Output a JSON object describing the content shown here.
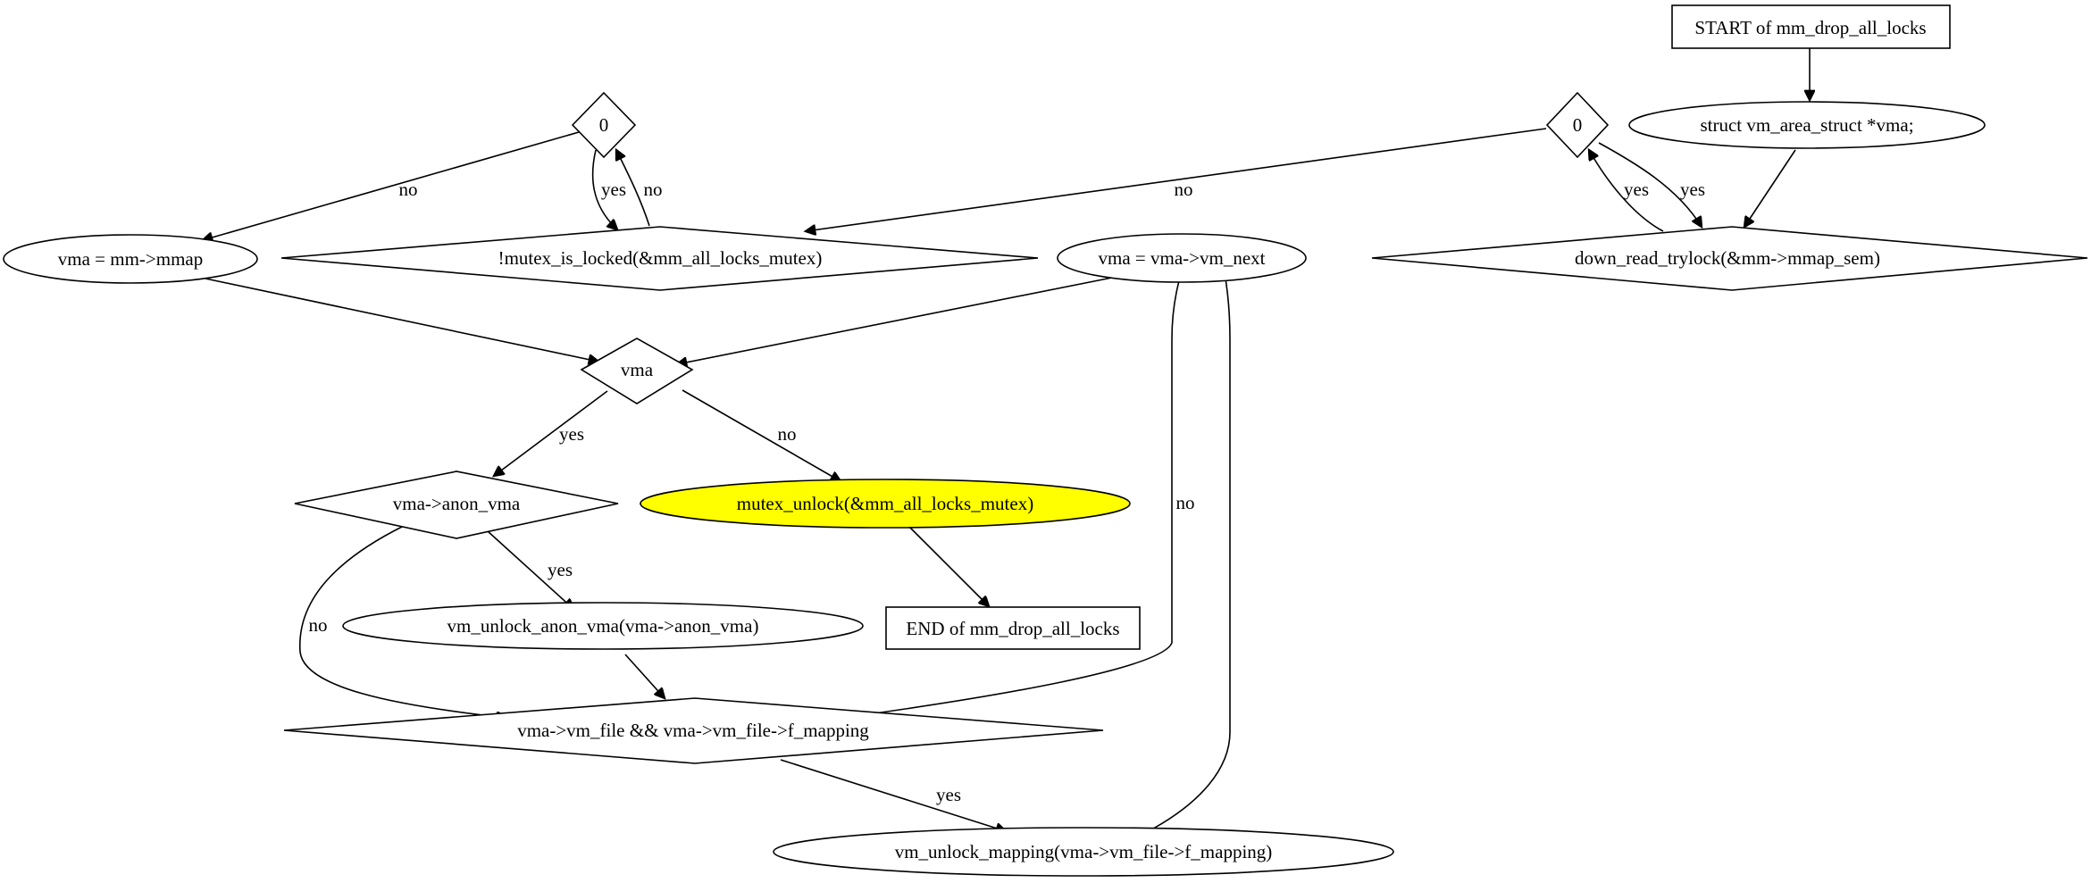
{
  "nodes": {
    "start": "START of mm_drop_all_locks",
    "decl": "struct vm_area_struct *vma;",
    "trylock": "down_read_trylock(&mm->mmap_sem)",
    "zero_right": "0",
    "zero_left": "0",
    "mutex_locked": "!mutex_is_locked(&mm_all_locks_mutex)",
    "vma_mmap": "vma = mm->mmap",
    "vma_next": "vma = vma->vm_next",
    "vma_test": "vma",
    "anon_test": "vma->anon_vma",
    "mutex_unlock": "mutex_unlock(&mm_all_locks_mutex)",
    "unlock_anon": "vm_unlock_anon_vma(vma->anon_vma)",
    "end": "END of mm_drop_all_locks",
    "file_test": "vma->vm_file && vma->vm_file->f_mapping",
    "unlock_mapping": "vm_unlock_mapping(vma->vm_file->f_mapping)"
  },
  "edges": {
    "trylock_to_zero_r": "yes",
    "zero_r_to_trylock": "yes",
    "zero_r_to_mutex": "no",
    "mutex_to_zero_l": "no",
    "zero_l_to_mutex": "yes",
    "zero_l_to_mmap": "no",
    "vma_to_anon": "yes",
    "vma_to_unlock": "no",
    "anon_to_unlock_anon": "yes",
    "anon_to_file": "no",
    "file_to_next": "no",
    "file_to_mapping": "yes"
  },
  "colors": {
    "highlight": "#ffff00",
    "stroke": "#000000",
    "background": "#ffffff"
  }
}
